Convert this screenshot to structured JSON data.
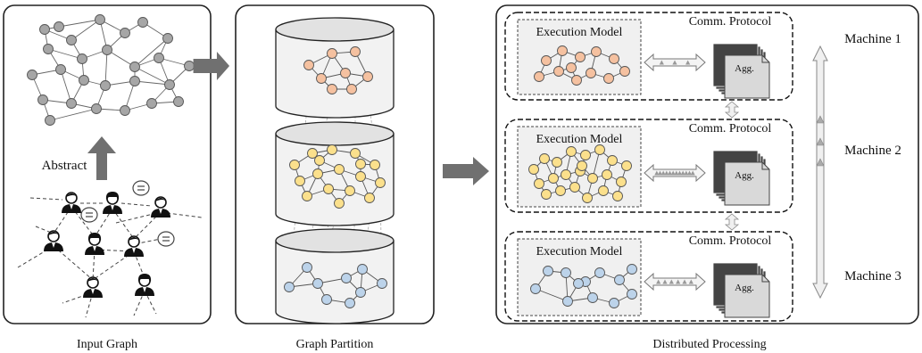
{
  "panels": {
    "input_graph": {
      "caption": "Input Graph",
      "abstract_label": "Abstract"
    },
    "graph_partition": {
      "caption": "Graph Partition"
    },
    "distributed_processing": {
      "caption": "Distributed Processing"
    }
  },
  "machines": [
    {
      "label": "Machine 1",
      "model_label": "Execution Model",
      "protocol_label": "Comm. Protocol",
      "agg_label": "Agg.",
      "node_color": "#f5c1a0"
    },
    {
      "label": "Machine 2",
      "model_label": "Execution Model",
      "protocol_label": "Comm. Protocol",
      "agg_label": "Agg.",
      "node_color": "#fbe08c"
    },
    {
      "label": "Machine 3",
      "model_label": "Execution Model",
      "protocol_label": "Comm. Protocol",
      "agg_label": "Agg.",
      "node_color": "#bcd3ea"
    }
  ],
  "colors": {
    "gray_node": "#a6a6a6",
    "orange_node": "#f5c1a0",
    "yellow_node": "#fbe08c",
    "blue_node": "#bcd3ea",
    "arrow": "#7f7f7f",
    "model_bg": "#f0f0f0"
  }
}
